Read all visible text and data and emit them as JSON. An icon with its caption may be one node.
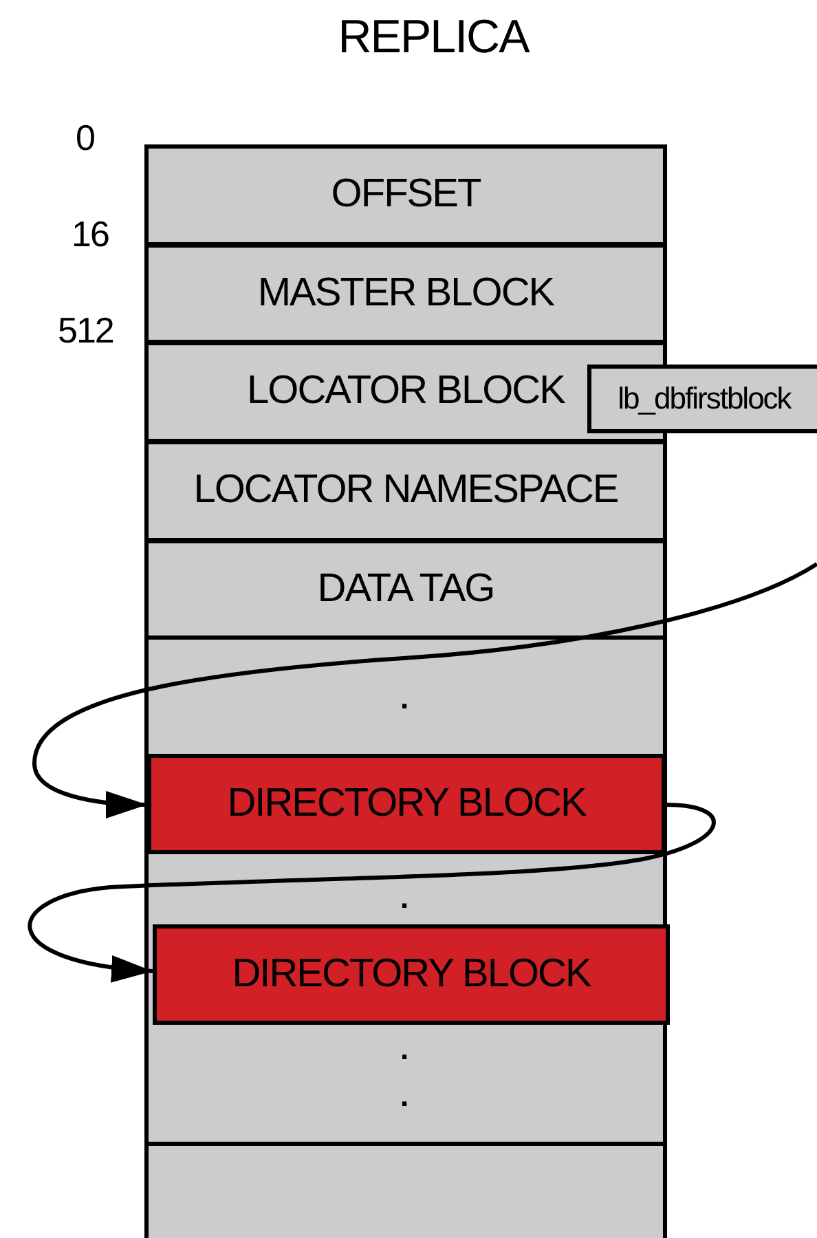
{
  "diagram": {
    "title": "REPLICA",
    "nodes": [
      {
        "text": [
          "OFFSET"
        ]
      },
      {
        "text": [
          "MASTER BLOCK"
        ]
      },
      {
        "text": [
          "LOCATOR BLOCK"
        ]
      },
      {
        "text": [
          "LOCATOR NAMESPACE"
        ]
      },
      {
        "text": [
          "DATA TAG"
        ]
      },
      {
        "text": [
          "DIRECTORY BLOCK"
        ]
      },
      {
        "text": [
          "DIRECTORY BLOCK"
        ]
      },
      {
        "text": [],
        "shape": "box"
      },
      {
        "text": [
          "lb_dbfirstblock"
        ]
      }
    ],
    "edges": [
      {
        "from": null,
        "to": 5,
        "arrow": "to"
      },
      {
        "from": 5,
        "to": 6,
        "arrow": "to"
      }
    ],
    "labels": [
      "0",
      "16",
      "512",
      ".",
      ".",
      ".",
      "."
    ]
  }
}
